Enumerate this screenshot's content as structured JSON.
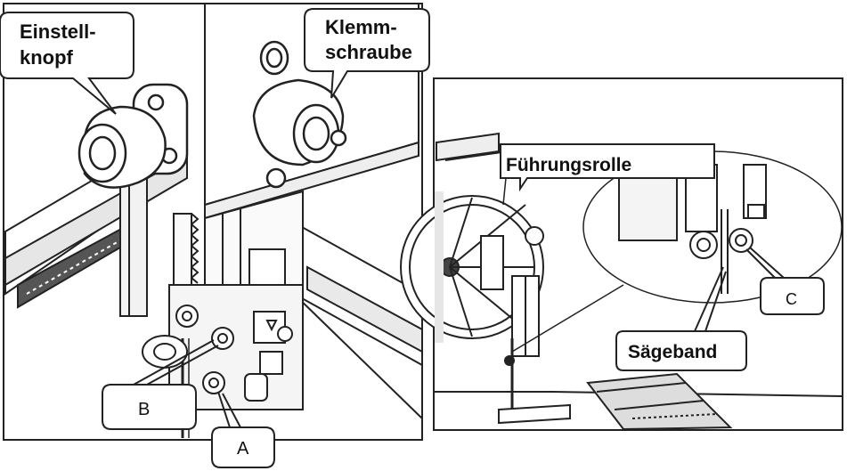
{
  "left_panel": {
    "callouts": {
      "adjust_knob_line1": "Einstell-",
      "adjust_knob_line2": "knopf",
      "clamp_screw_line1": "Klemm-",
      "clamp_screw_line2": "schraube",
      "label_b": "B",
      "label_a": "A"
    }
  },
  "right_panel": {
    "callouts": {
      "guide_roller": "Führungsrolle",
      "saw_blade": "Sägeband",
      "label_c": "C"
    }
  },
  "colors": {
    "line": "#1a1a1a",
    "fill": "#ffffff",
    "shade": "#d9d9d9",
    "dark": "#3a3a3a"
  }
}
